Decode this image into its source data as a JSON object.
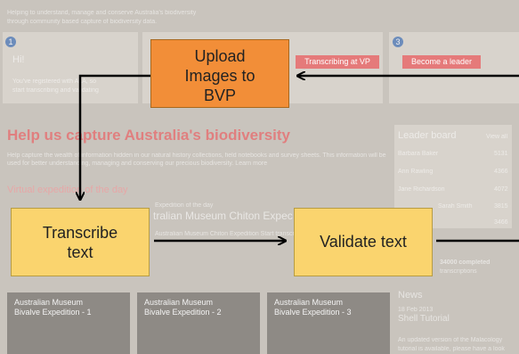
{
  "background": {
    "intro_line1": "Helping to understand, manage and conserve Australia's biodiversity",
    "intro_line2": "through community based capture of biodiversity data.",
    "step1_number": "1",
    "step1_title": "Hi!",
    "step1_text1": "You've registered with ALA, so",
    "step1_text2": "start transcribing and validating",
    "step3_number": "3",
    "transcribing_btn": "Transcribing at VP",
    "leader_btn": "Become a leader",
    "headline": "Help us capture Australia's biodiversity",
    "help_text": "Help capture the wealth of information hidden in our natural history collections, field notebooks and survey sheets. This information will be used for better understanding, managing and conserving our precious biodiversity.  Learn more",
    "section_title": "Virtual expedition of the day",
    "project_label": "Expedition of the day",
    "project_title": "tralian Museum Chiton Expec",
    "project_meta": "Australian Museum Chiton Expedition   Start transcribing",
    "leaderboard_title": "Leader board",
    "view_all": "View all",
    "leaders": [
      {
        "name": "Barbara Baker",
        "score": "5131"
      },
      {
        "name": "Ann Rawling",
        "score": "4366"
      },
      {
        "name": "Jane Richardson",
        "score": "4072"
      },
      {
        "name": "Sarah Smith",
        "score": "3815"
      },
      {
        "name": "",
        "score": "3466"
      }
    ],
    "stat_value": "34000 completed",
    "stat_label": "transcriptions",
    "news_title": "News",
    "news_date": "18 Feb 2013",
    "news_item": "Shell Tutorial",
    "news_text1": "An updated version of the Malacology",
    "news_text2": "tutorial is available, please have a look",
    "tiles": [
      {
        "title": "Australian Museum\nBivalve Expedition - 1"
      },
      {
        "title": "Australian Museum\nBivalve Expedition - 2"
      },
      {
        "title": "Australian Museum\nBivalve Expedition - 3"
      }
    ]
  },
  "steps": {
    "upload": "Upload\nImages to\nBVP",
    "transcribe": "Transcribe\ntext",
    "validate": "Validate text"
  },
  "colors": {
    "upload_fill": "#f28e38",
    "step_fill": "#fad46e",
    "arrow": "#000000"
  }
}
